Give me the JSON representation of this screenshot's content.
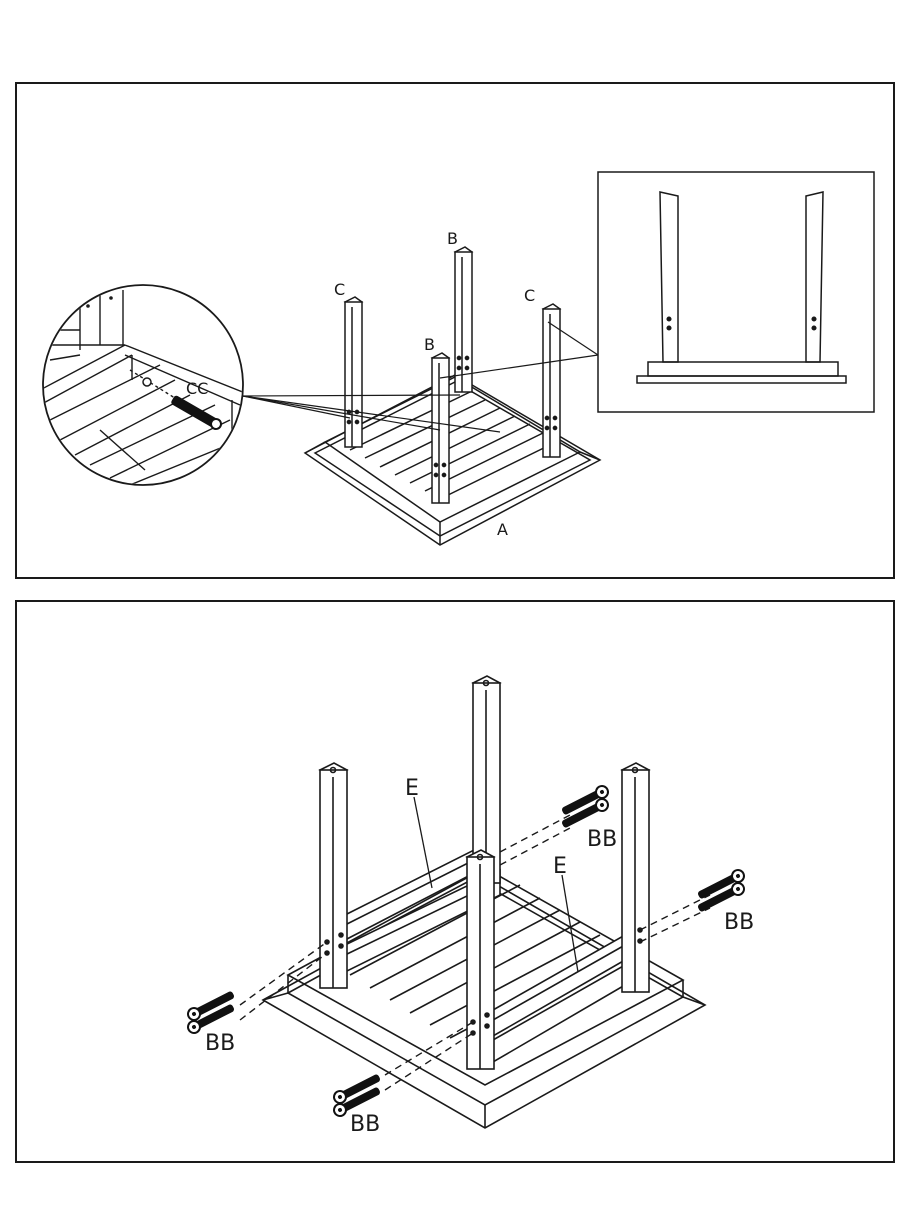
{
  "step1": {
    "labels": {
      "a": "A",
      "b_back": "B",
      "b_front": "B",
      "c_left": "C",
      "c_right": "C",
      "cc": "CC"
    }
  },
  "step2": {
    "labels": {
      "e_back": "E",
      "e_right": "E",
      "bb_top_right": "BB",
      "bb_right": "BB",
      "bb_left": "BB",
      "bb_bottom": "BB"
    }
  },
  "colors": {
    "line": "#1a1a1a",
    "paper": "#ffffff",
    "bolt": "#111111"
  }
}
